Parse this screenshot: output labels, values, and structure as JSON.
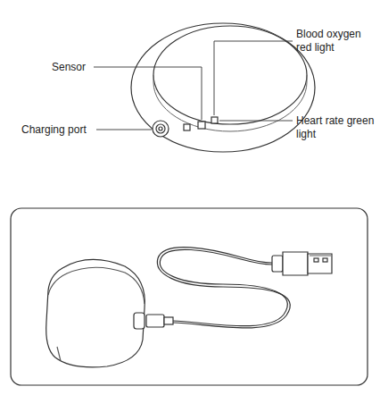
{
  "diagram": {
    "labels": [
      "Sensor",
      "Blood oxygen red light",
      "Charging port",
      "Heart rate green light"
    ]
  }
}
